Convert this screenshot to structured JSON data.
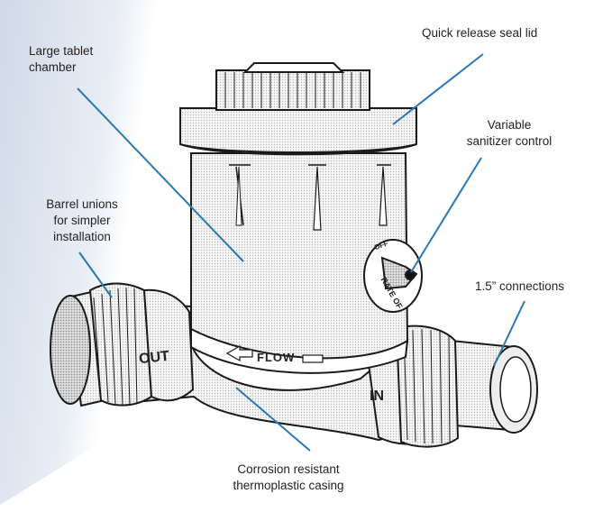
{
  "colors": {
    "background_gradient": "#cfd9e8",
    "leader_line": "#2a78b4",
    "outline": "#1a1a1a",
    "body_fill": "#f4f4f4",
    "shade": "#c9c9c9",
    "text": "#231f20"
  },
  "labels": {
    "tablet_chamber": {
      "line1": "Large tablet",
      "line2": "chamber"
    },
    "seal_lid": {
      "line1": "Quick release seal lid"
    },
    "sanitizer_control": {
      "line1": "Variable",
      "line2": "sanitizer control"
    },
    "barrel_unions": {
      "line1": "Barrel unions",
      "line2": "for simpler",
      "line3": "installation"
    },
    "connections": {
      "line1": "1.5” connections"
    },
    "casing": {
      "line1": "Corrosion resistant",
      "line2": "thermoplastic casing"
    }
  },
  "engraved": {
    "out": "OUT",
    "in": "IN",
    "flow": "FLOW",
    "off": "OFF",
    "rate_of": "RATE OF"
  }
}
